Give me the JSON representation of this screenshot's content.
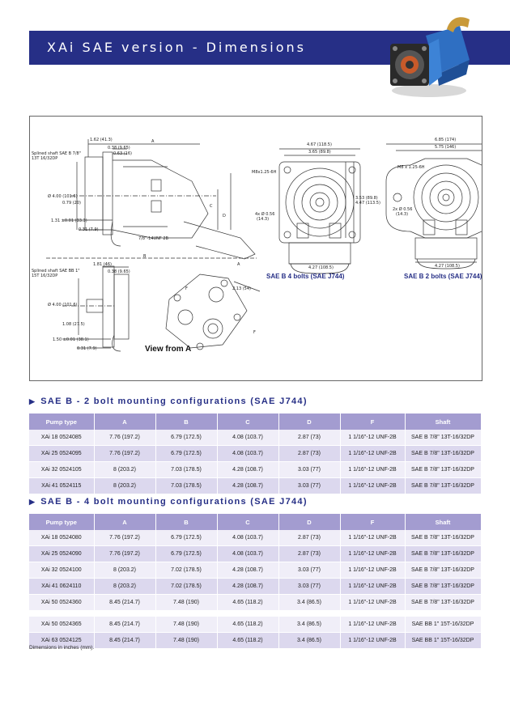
{
  "header": {
    "title": "XAi SAE version - Dimensions"
  },
  "drawing": {
    "labels": {
      "d1": "1.62 (41.3)",
      "d2": "0.38 (9.65)",
      "d3": "0.63 (16)",
      "dA": "A",
      "shaft1": "Splined shaft SAE B 7/8\"",
      "shaft1b": "13T 16/32DP",
      "d4": "Ø 4.00 (101.6)",
      "d5": "0.79 (20)",
      "d6": "1.31 ±0.01 (33.3)",
      "d7": "0.31 (7.9)",
      "dB": "B",
      "dC": "C",
      "dD": "D",
      "thread": "7/8\"-14UNF 2B",
      "shaft2": "Splined shaft SAE BB 1\"",
      "shaft2b": "15T 16/32DP",
      "d8": "1.81 (46)",
      "d9": "0.38 (9.65)",
      "d10": "Ø 4.00 (101.6)",
      "d11": "1.08 (27.5)",
      "d12": "1.50 ±0.01 (38.1)",
      "d13": "0.31 (7.9)",
      "dF1": "F",
      "dF2": "F",
      "d14": "2.13 (54)",
      "arrowA": "A",
      "m1": "4.67 (118.5)",
      "m2": "3.65 (89.8)",
      "m3": "M8x1.25-6H",
      "m4": "3.53 (89.8)",
      "m5": "4.47 (113.5)",
      "m6": "4x Ø 0.56",
      "m6b": "(14.3)",
      "m7": "4.27 (108.5)",
      "n1": "6.85 (174)",
      "n2": "5.75 (146)",
      "n3": "M8 x 1.25-6H",
      "n4": "2x Ø 0.56",
      "n4b": "(14.3)",
      "n5": "4.27 (108.5)"
    },
    "caption_4bolt": "SAE B 4 bolts (SAE J744)",
    "caption_2bolt": "SAE B 2 bolts (SAE J744)",
    "view_from_a": "View from A"
  },
  "section1": {
    "title": "SAE B  - 2 bolt mounting configurations (SAE J744)",
    "columns": [
      "Pump type",
      "A",
      "B",
      "C",
      "D",
      "F",
      "Shaft"
    ],
    "rows": [
      [
        "XAi 18 0524085",
        "7.76 (197.2)",
        "6.79 (172.5)",
        "4.08 (103.7)",
        "2.87 (73)",
        "1 1/16\"-12 UNF-2B",
        "SAE B 7/8\" 13T-16/32DP"
      ],
      [
        "XAi 25 0524095",
        "7.76 (197.2)",
        "6.79 (172.5)",
        "4.08 (103.7)",
        "2.87 (73)",
        "1 1/16\"-12 UNF-2B",
        "SAE B 7/8\" 13T-16/32DP"
      ],
      [
        "XAi 32 0524105",
        "8 (203.2)",
        "7.03 (178.5)",
        "4.28 (108.7)",
        "3.03 (77)",
        "1 1/16\"-12 UNF-2B",
        "SAE B 7/8\" 13T-16/32DP"
      ],
      [
        "XAi 41 0524115",
        "8 (203.2)",
        "7.03 (178.5)",
        "4.28 (108.7)",
        "3.03 (77)",
        "1 1/16\"-12 UNF-2B",
        "SAE B 7/8\" 13T-16/32DP"
      ]
    ]
  },
  "section2": {
    "title": "SAE B  - 4 bolt mounting configurations (SAE J744)",
    "columns": [
      "Pump type",
      "A",
      "B",
      "C",
      "D",
      "F",
      "Shaft"
    ],
    "rows": [
      [
        "XAi 18 0524080",
        "7.76 (197.2)",
        "6.79 (172.5)",
        "4.08 (103.7)",
        "2.87 (73)",
        "1 1/16\"-12 UNF-2B",
        "SAE B 7/8\" 13T-16/32DP"
      ],
      [
        "XAi 25 0524090",
        "7.76 (197.2)",
        "6.79 (172.5)",
        "4.08 (103.7)",
        "2.87 (73)",
        "1 1/16\"-12 UNF-2B",
        "SAE B 7/8\" 13T-16/32DP"
      ],
      [
        "XAi 32 0524100",
        "8 (203.2)",
        "7.02 (178.5)",
        "4.28 (108.7)",
        "3.03 (77)",
        "1 1/16\"-12 UNF-2B",
        "SAE B 7/8\" 13T-16/32DP"
      ],
      [
        "XAi 41 0624110",
        "8 (203.2)",
        "7.02 (178.5)",
        "4.28 (108.7)",
        "3.03 (77)",
        "1 1/16\"-12 UNF-2B",
        "SAE B 7/8\" 13T-16/32DP"
      ],
      [
        "XAi 50 0524360",
        "8.45 (214.7)",
        "7.48 (190)",
        "4.65 (118.2)",
        "3.4 (86.5)",
        "1 1/16\"-12 UNF-2B",
        "SAE B 7/8\" 13T-16/32DP"
      ],
      [
        "XAi 50 0524365",
        "8.45 (214.7)",
        "7.48 (190)",
        "4.65 (118.2)",
        "3.4 (86.5)",
        "1 1/16\"-12 UNF-2B",
        "SAE BB 1\" 15T-16/32DP"
      ],
      [
        "XAi 63 0524125",
        "8.45 (214.7)",
        "7.48 (190)",
        "4.65 (118.2)",
        "3.4 (86.5)",
        "1 1/16\"-12 UNF-2B",
        "SAE BB 1\" 15T-16/32DP"
      ]
    ]
  },
  "footnote": "Dimensions in inches (mm)."
}
